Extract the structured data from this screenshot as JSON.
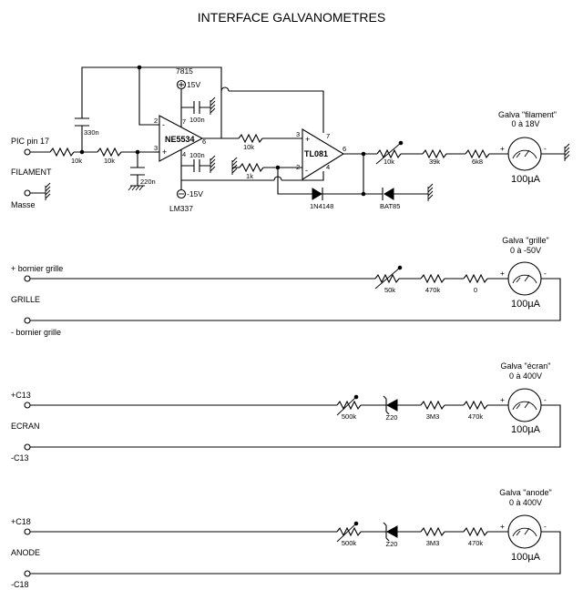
{
  "title": "INTERFACE GALVANOMETRES",
  "filament": {
    "input_label": "PIC pin 17",
    "name": "FILAMENT",
    "ground_label": "Masse",
    "r_in_a": "10k",
    "r_in_b": "10k",
    "c_filter": "330n",
    "c_ground": "220n",
    "opamp1": "NE5534",
    "opamp2": "TL081",
    "reg_pos": "7815",
    "v_pos": "15V",
    "reg_neg": "LM337",
    "v_neg": "-15V",
    "c_dec_top": "100n",
    "c_dec_bot": "100n",
    "r_mid": "10k",
    "r_fb": "1k",
    "diode1": "1N4148",
    "diode2": "BAT85",
    "trim": "10k",
    "r_out1": "39k",
    "r_out2": "6k8",
    "meter_name": "Galva \"filament\"",
    "meter_range": "0 à 18V",
    "meter_current": "100µA",
    "pins": {
      "op1_inv": "2",
      "op1_noninv": "3",
      "op1_out": "6",
      "op1_vp": "7",
      "op1_vn": "4",
      "op2_noninv": "3",
      "op2_inv": "2",
      "op2_out": "6",
      "op2_vp": "7",
      "op2_vn": "4"
    },
    "sign_inv": "-",
    "sign_noninv": "+"
  },
  "grille": {
    "plus_label": "+ bornier grille",
    "name": "GRILLE",
    "minus_label": "- bornier grille",
    "trim": "50k",
    "r1": "470k",
    "r2": "0",
    "meter_name": "Galva \"grille\"",
    "meter_range": "0 à -50V",
    "meter_current": "100µA"
  },
  "ecran": {
    "plus_label": "+C13",
    "name": "ECRAN",
    "minus_label": "-C13",
    "trim": "500k",
    "zener": "Z20",
    "r1": "3M3",
    "r2": "470k",
    "meter_name": "Galva \"écran\"",
    "meter_range": "0 à 400V",
    "meter_current": "100µA"
  },
  "anode": {
    "plus_label": "+C18",
    "name": "ANODE",
    "minus_label": "-C18",
    "trim": "500k",
    "zener": "Z20",
    "r1": "3M3",
    "r2": "470k",
    "meter_name": "Galva \"anode\"",
    "meter_range": "0 à 400V",
    "meter_current": "100µA"
  },
  "meter_plus": "+",
  "meter_minus": "-"
}
